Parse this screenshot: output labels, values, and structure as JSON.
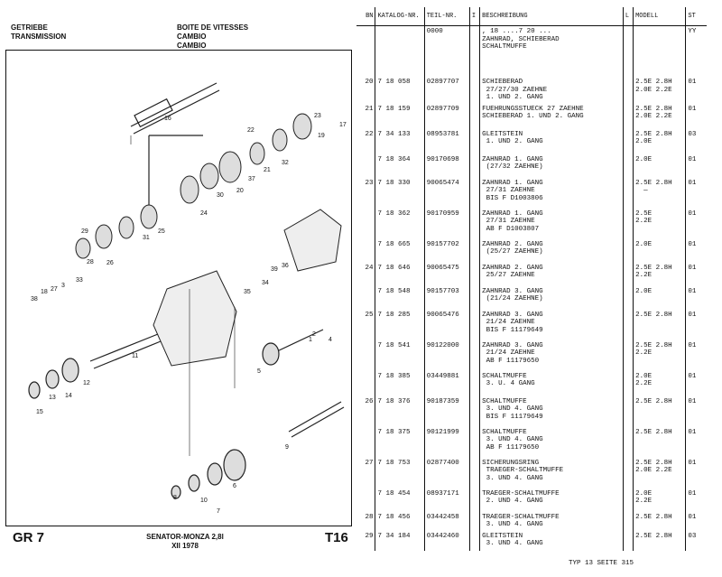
{
  "header": {
    "de_title": "GETRIEBE",
    "en_title": "TRANSMISSION",
    "fr_title": "BOITE DE VITESSES",
    "es_title": "CAMBIO",
    "it_title": "CAMBIO"
  },
  "footer_left": {
    "group": "GR 7",
    "model_line": "SENATOR-MONZA 2,8l",
    "date": "XII 1978",
    "plate": "T16"
  },
  "table": {
    "headers": {
      "bn": "BN",
      "katalog": "KATALOG-NR.",
      "teil": "TEIL-NR.",
      "i": "I",
      "beschreibung": "BESCHREIBUNG",
      "l": "L",
      "modell": "MODELL",
      "st": "ST"
    },
    "rows": [
      {
        "bn": "",
        "kat": "",
        "teil": "0000",
        "desc": ", 18 ....7 20 ...\nZAHNRAD, SCHIEBERAD\nSCHALTMUFFE",
        "mod": "",
        "st": "YY"
      },
      {
        "bn": "20",
        "kat": "7 18 058",
        "teil": "02897707",
        "desc": "SCHIEBERAD\n 27/27/30 ZAEHNE\n 1. UND 2. GANG",
        "mod": "2.5E 2.8H\n2.0E 2.2E",
        "st": "01"
      },
      {
        "bn": "21",
        "kat": "7 18 159",
        "teil": "02897709",
        "desc": "FUEHRUNGSSTUECK 27 ZAEHNE\nSCHIEBERAD 1. UND 2. GANG",
        "mod": "2.5E 2.8H\n2.0E 2.2E",
        "st": "01"
      },
      {
        "bn": "22",
        "kat": "7 34 133",
        "teil": "08953781",
        "desc": "GLEITSTEIN\n 1. UND 2. GANG",
        "mod": "2.5E 2.8H\n2.0E",
        "st": "03"
      },
      {
        "bn": "",
        "kat": "7 18 364",
        "teil": "90170698",
        "desc": "ZAHNRAD 1. GANG\n (27/32 ZAEHNE)",
        "mod": "2.0E",
        "st": "01"
      },
      {
        "bn": "23",
        "kat": "7 18 330",
        "teil": "90065474",
        "desc": "ZAHNRAD 1. GANG\n 27/31 ZAEHNE\n BIS F D1003806",
        "mod": "2.5E 2.8H\n  —",
        "st": "01"
      },
      {
        "bn": "",
        "kat": "7 18 362",
        "teil": "90170959",
        "desc": "ZAHNRAD 1. GANG\n 27/31 ZAEHNE\n AB F D1003807",
        "mod": "2.5E\n2.2E",
        "st": "01"
      },
      {
        "bn": "",
        "kat": "7 18 665",
        "teil": "90157702",
        "desc": "ZAHNRAD 2. GANG\n (25/27 ZAEHNE)",
        "mod": "2.0E",
        "st": "01"
      },
      {
        "bn": "24",
        "kat": "7 18 646",
        "teil": "90065475",
        "desc": "ZAHNRAD 2. GANG\n 25/27 ZAEHNE",
        "mod": "2.5E 2.8H\n2.2E",
        "st": "01"
      },
      {
        "bn": "",
        "kat": "7 18 548",
        "teil": "90157703",
        "desc": "ZAHNRAD 3. GANG\n (21/24 ZAEHNE)",
        "mod": "2.0E",
        "st": "01"
      },
      {
        "bn": "25",
        "kat": "7 18 285",
        "teil": "90065476",
        "desc": "ZAHNRAD 3. GANG\n 21/24 ZAEHNE\n BIS F 11179649",
        "mod": "2.5E 2.8H",
        "st": "01"
      },
      {
        "bn": "",
        "kat": "7 18 541",
        "teil": "90122000",
        "desc": "ZAHNRAD 3. GANG\n 21/24 ZAEHNE\n AB F 11179650",
        "mod": "2.5E 2.8H\n2.2E",
        "st": "01"
      },
      {
        "bn": "",
        "kat": "7 18 385",
        "teil": "03449881",
        "desc": "SCHALTMUFFE\n 3. U. 4 GANG",
        "mod": "2.0E\n2.2E",
        "st": "01"
      },
      {
        "bn": "26",
        "kat": "7 18 376",
        "teil": "90187359",
        "desc": "SCHALTMUFFE\n 3. UND 4. GANG\n BIS F 11179649",
        "mod": "2.5E 2.8H",
        "st": "01"
      },
      {
        "bn": "",
        "kat": "7 18 375",
        "teil": "90121999",
        "desc": "SCHALTMUFFE\n 3. UND 4. GANG\n AB F 11179650",
        "mod": "2.5E 2.8H",
        "st": "01"
      },
      {
        "bn": "27",
        "kat": "7 18 753",
        "teil": "02877400",
        "desc": "SICHERUNGSRING\n TRAEGER-SCHALTMUFFE\n 3. UND 4. GANG",
        "mod": "2.5E 2.8H\n2.0E 2.2E",
        "st": "01"
      },
      {
        "bn": "",
        "kat": "7 18 454",
        "teil": "08937171",
        "desc": "TRAEGER-SCHALTMUFFE\n 2. UND 4. GANG",
        "mod": "2.0E\n2.2E",
        "st": "01"
      },
      {
        "bn": "28",
        "kat": "7 18 456",
        "teil": "03442458",
        "desc": "TRAEGER-SCHALTMUFFE\n 3. UND 4. GANG",
        "mod": "2.5E 2.8H",
        "st": "01"
      },
      {
        "bn": "29",
        "kat": "7 34 184",
        "teil": "03442460",
        "desc": "GLEITSTEIN\n 3. UND 4. GANG",
        "mod": "2.5E 2.8H",
        "st": "03"
      }
    ]
  },
  "page_footer": "TYP 13 SEITE 315",
  "diagram_labels": [
    "16",
    "22",
    "23",
    "19",
    "17",
    "21",
    "32",
    "20",
    "37",
    "30",
    "24",
    "29",
    "31",
    "25",
    "38",
    "18",
    "27",
    "3",
    "33",
    "35",
    "34",
    "39",
    "36",
    "1",
    "2",
    "4",
    "11",
    "12",
    "15",
    "13",
    "14",
    "5",
    "10",
    "9",
    "6",
    "8",
    "7",
    "28",
    "26"
  ]
}
